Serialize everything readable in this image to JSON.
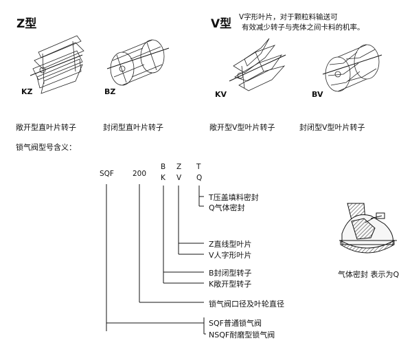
{
  "header": {
    "z_title": "Z型",
    "v_title": "V型",
    "v_note_line1": "V字形叶片，对于颗粒料输送可",
    "v_note_line2": "有效减少转子与壳体之间卡料的机率。"
  },
  "rotors": [
    {
      "code": "KZ",
      "caption": "敞开型直叶片转子",
      "icon": "open-straight-rotor-icon"
    },
    {
      "code": "BZ",
      "caption": "封闭型直叶片转子",
      "icon": "closed-straight-rotor-icon"
    },
    {
      "code": "KV",
      "caption": "敞开型V型叶片转子",
      "icon": "open-v-rotor-icon"
    },
    {
      "code": "BV",
      "caption": "封闭型V型叶片转子",
      "icon": "closed-v-rotor-icon"
    }
  ],
  "model": {
    "heading": "锁气阀型号含义：",
    "parts": {
      "sqf": "SQF",
      "size": "200",
      "b": "B",
      "k": "K",
      "z": "Z",
      "v": "V",
      "t": "T",
      "q": "Q"
    },
    "legend": {
      "seal_t": "T压盖填料密封",
      "seal_q": "Q气体密封",
      "blade_z": "Z直线型叶片",
      "blade_v": "V人字形叶片",
      "rotor_b": "B封闭型转子",
      "rotor_k": "K敞开型转子",
      "size": "锁气阀口径及叶轮直径",
      "type_sqf": "SQF普通锁气阀",
      "type_nsqf": "NSQF耐磨型锁气阀"
    }
  },
  "seal_figure": {
    "caption": "气体密封   表示为Q",
    "icon": "gas-seal-section-icon"
  }
}
